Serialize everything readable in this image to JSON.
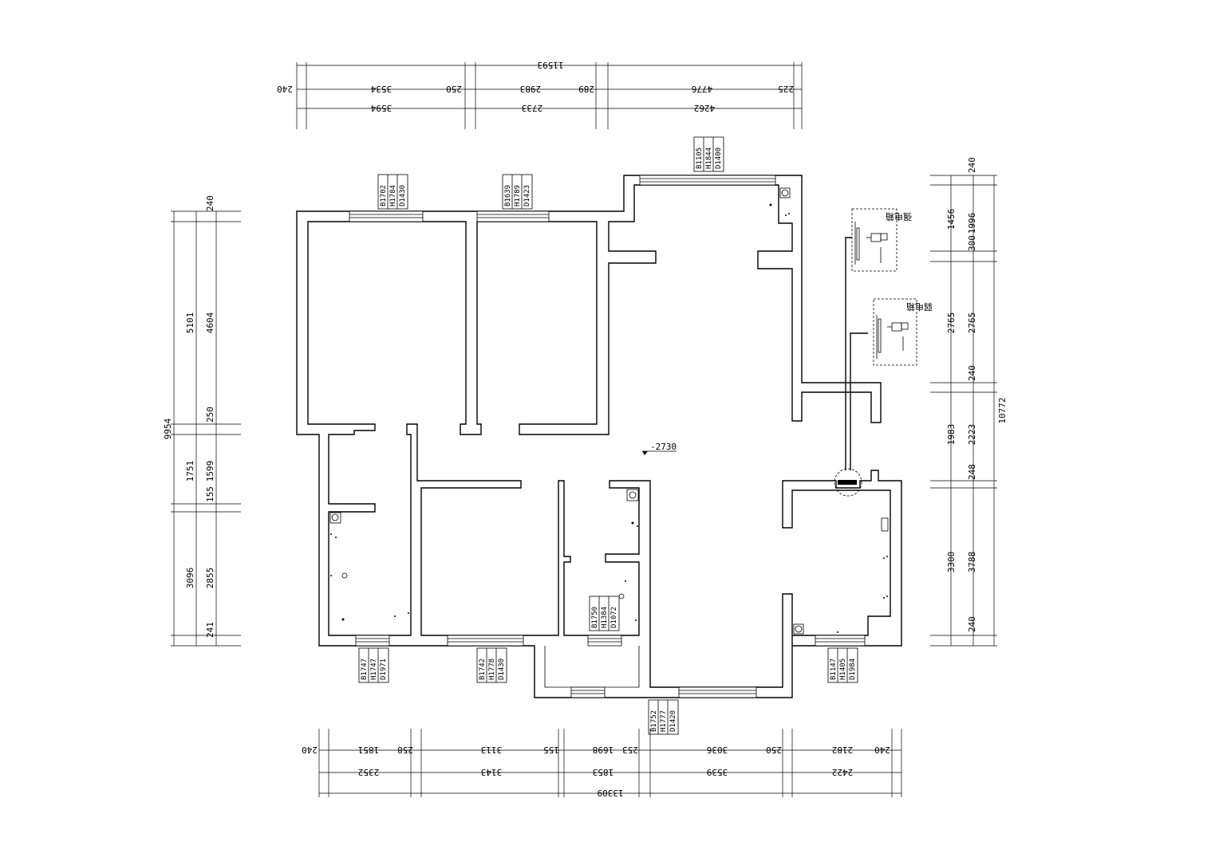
{
  "dims": {
    "top_total": "11593",
    "top_row1": [
      "3594",
      "2733",
      "4262"
    ],
    "top_row1_wall": [
      "240",
      "250",
      "289",
      "225"
    ],
    "top_row2": [
      "3534",
      "2983",
      "4776"
    ],
    "bottom_total": "13309",
    "bottom_row1": [
      "1851",
      "3113",
      "1698",
      "3036",
      "2182"
    ],
    "bottom_row1_wall": [
      "240",
      "258",
      "155",
      "253",
      "250",
      "240"
    ],
    "bottom_row2": [
      "2352",
      "3143",
      "1853",
      "3539",
      "2422"
    ],
    "left_total": "9954",
    "left_row1": [
      "5101",
      "1751",
      "3096"
    ],
    "left_row2": [
      "4604",
      "1599",
      "2855"
    ],
    "left_walls": [
      "240",
      "250",
      "155",
      "241"
    ],
    "right_total": "10772",
    "right_row1": [
      "1456",
      "2765",
      "1983",
      "3300"
    ],
    "right_row2": [
      "1996",
      "2765",
      "2223",
      "3788"
    ],
    "right_walls": [
      "240",
      "300",
      "240",
      "248",
      "240"
    ]
  },
  "windows": [
    {
      "b": "B1105",
      "h": "H1844",
      "d": "D1400"
    },
    {
      "b": "B1702",
      "h": "H1784",
      "d": "D1430"
    },
    {
      "b": "B1639",
      "h": "H1789",
      "d": "D1423"
    },
    {
      "b": "B1747",
      "h": "H1747",
      "d": "D1971"
    },
    {
      "b": "B1742",
      "h": "H1778",
      "d": "D1430"
    },
    {
      "b": "B1750",
      "h": "H1384",
      "d": "D1072"
    },
    {
      "b": "B1752",
      "h": "H1777",
      "d": "D1420"
    },
    {
      "b": "B1147",
      "h": "H1405",
      "d": "D1984"
    }
  ],
  "elevation": "-2730",
  "cabinets": {
    "strong": "强电箱",
    "weak": "弱电箱"
  }
}
